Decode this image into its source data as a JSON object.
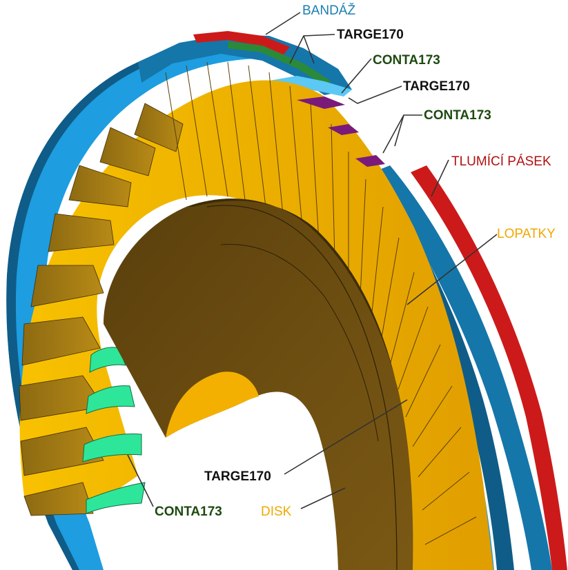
{
  "labels": {
    "bandaz": "BANDÁŽ",
    "targe170_a": "TARGE170",
    "conta173_a": "CONTA173",
    "targe170_b": "TARGE170",
    "conta173_b": "CONTA173",
    "tlumici_pasek": "TLUMÍCÍ PÁSEK",
    "lopatky": "LOPATKY",
    "targe170_c": "TARGE170",
    "conta173_c": "CONTA173",
    "disk": "DISK"
  },
  "colors": {
    "bandaz_label": "#1a7fb0",
    "targe_label": "#111111",
    "conta_label": "#1d4a10",
    "tlumici_label": "#b01010",
    "lopatky_label": "#f0a800",
    "disk_label": "#f0a800",
    "shroud_light": "#1e9de0",
    "shroud_dark": "#0f5c88",
    "blade_gold": "#f4b000",
    "blade_shadow": "#8a6410",
    "disk_brown": "#6e4e10",
    "damper_red": "#cc1a1a",
    "contact_green": "#2ee69a"
  }
}
